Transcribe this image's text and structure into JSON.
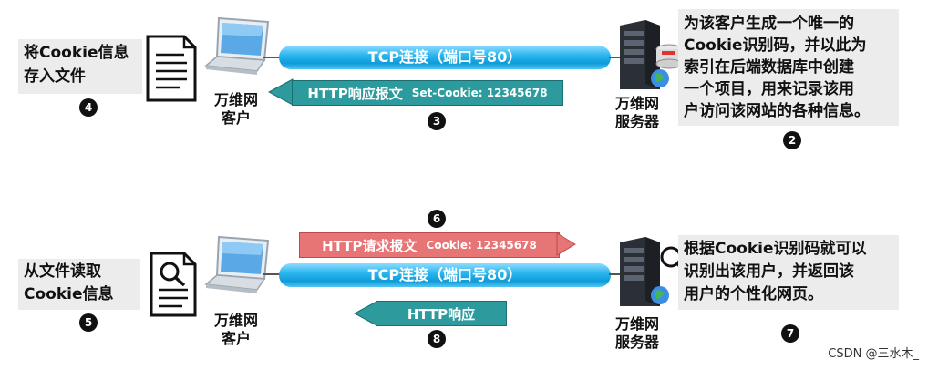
{
  "top": {
    "left_note": [
      "将Cookie信息",
      "存入文件"
    ],
    "client_label": [
      "万维网",
      "客户"
    ],
    "server_label": [
      "万维网",
      "服务器"
    ],
    "tcp": "TCP连接（端口号80）",
    "response": {
      "main": "HTTP响应报文",
      "extra": "Set-Cookie: 12345678"
    },
    "right_note": [
      "为该客户生成一个唯一的",
      "Cookie识别码，并以此为",
      "索引在后端数据库中创建",
      "一个项目，用来记录该用",
      "户访问该网站的各种信息。"
    ],
    "steps": {
      "s4": "4",
      "s3": "3",
      "s2": "2"
    }
  },
  "bottom": {
    "left_note": [
      "从文件读取",
      "Cookie信息"
    ],
    "client_label": [
      "万维网",
      "客户"
    ],
    "server_label": [
      "万维网",
      "服务器"
    ],
    "request": {
      "main": "HTTP请求报文",
      "extra": "Cookie: 12345678"
    },
    "tcp": "TCP连接（端口号80）",
    "response": "HTTP响应",
    "right_note": [
      "根据Cookie识别码就可以",
      "识别出该用户，并返回该",
      "用户的个性化网页。"
    ],
    "steps": {
      "s6": "6",
      "s5": "5",
      "s8": "8",
      "s7": "7"
    }
  },
  "colors": {
    "pipe": "#1aa7e2",
    "teal": "#2d9b9e",
    "red": "#e87575",
    "note_bg": "#ececec"
  },
  "watermark": "CSDN @三水木_"
}
